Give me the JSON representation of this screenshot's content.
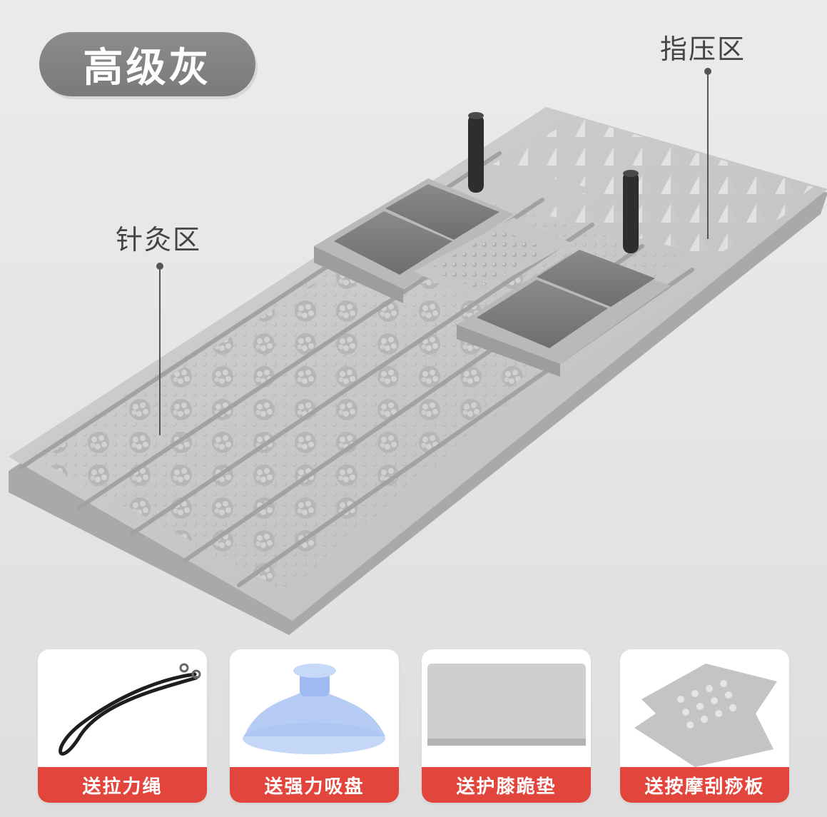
{
  "color_badge": "高级灰",
  "zones": {
    "acupressure": "指压区",
    "acupuncture": "针灸区"
  },
  "gifts": [
    {
      "label": "送拉力绳",
      "icon": "elastic-rope-icon"
    },
    {
      "label": "送强力吸盘",
      "icon": "suction-cup-icon"
    },
    {
      "label": "送护膝跪垫",
      "icon": "knee-pad-icon"
    },
    {
      "label": "送按摩刮痧板",
      "icon": "massage-scraper-icon"
    }
  ],
  "colors": {
    "badge": "#7f7f7f",
    "board": "#c4c4c4",
    "gift_label_bg": "#e2453c",
    "background": "#e6e6e6"
  }
}
